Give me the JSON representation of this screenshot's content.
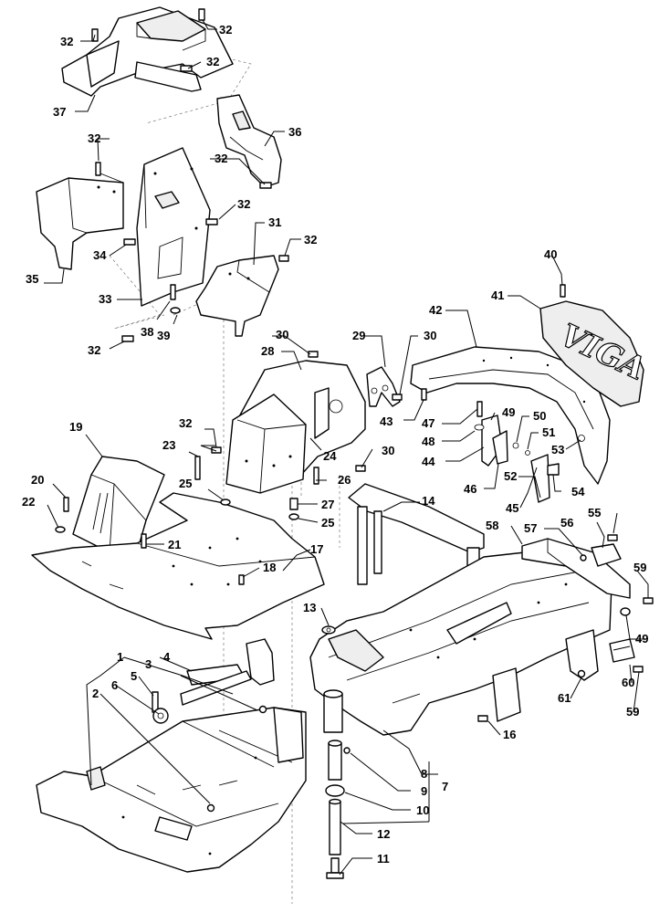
{
  "figure": {
    "logo_text": "VIGA",
    "labels": {
      "l1": "1",
      "l2": "2",
      "l3": "3",
      "l4": "4",
      "l5": "5",
      "l6": "6",
      "l7": "7",
      "l8": "8",
      "l9": "9",
      "l10": "10",
      "l11": "11",
      "l12": "12",
      "l13": "13",
      "l14": "14",
      "l16": "16",
      "l17": "17",
      "l18": "18",
      "l19": "19",
      "l20": "20",
      "l21": "21",
      "l22": "22",
      "l23": "23",
      "l24": "24",
      "l25": "25",
      "l26": "26",
      "l27": "27",
      "l28": "28",
      "l29": "29",
      "l30": "30",
      "l31": "31",
      "l32": "32",
      "l33": "33",
      "l34": "34",
      "l35": "35",
      "l36": "36",
      "l37": "37",
      "l38": "38",
      "l39": "39",
      "l40": "40",
      "l41": "41",
      "l42": "42",
      "l43": "43",
      "l44": "44",
      "l45": "45",
      "l46": "46",
      "l47": "47",
      "l48": "48",
      "l49": "49",
      "l50": "50",
      "l51": "51",
      "l52": "52",
      "l53": "53",
      "l54": "54",
      "l55": "55",
      "l56": "56",
      "l57": "57",
      "l58": "58",
      "l59": "59",
      "l60": "60",
      "l61": "61"
    }
  }
}
